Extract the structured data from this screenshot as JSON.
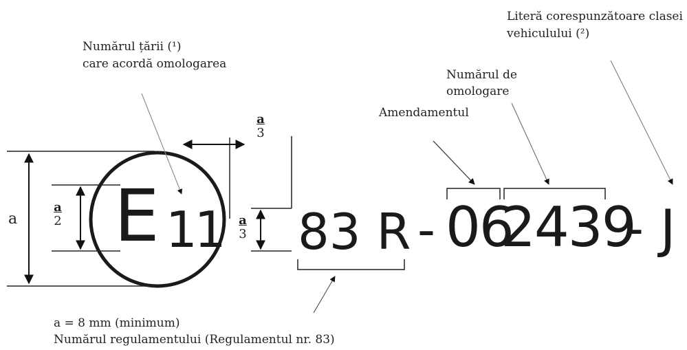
{
  "labels": {
    "country_line1": "Numărul țării (¹)",
    "country_line2": "care acordă omologarea",
    "class_line1": "Literă corespunzătoare clasei",
    "class_line2": "vehiculului (²)",
    "approval_line1": "Numărul de",
    "approval_line2": "omologare",
    "amendment": "Amendamentul",
    "dimension_note": "a = 8 mm (minimum)",
    "regulation_note": "Numărul regulamentului (Regulamentul nr. 83)"
  },
  "mark": {
    "e_letter": "E",
    "country_code": "11",
    "regulation": "83 R",
    "dash1": "-",
    "amendment_digits": "06",
    "approval_digits": "2439",
    "dash2": "-",
    "class_letter": "J"
  },
  "dimensions": {
    "a": "a",
    "half_num": "a",
    "half_den": "2",
    "third_num": "a",
    "third_den": "3",
    "top_third_num": "a",
    "top_third_den": "3"
  }
}
